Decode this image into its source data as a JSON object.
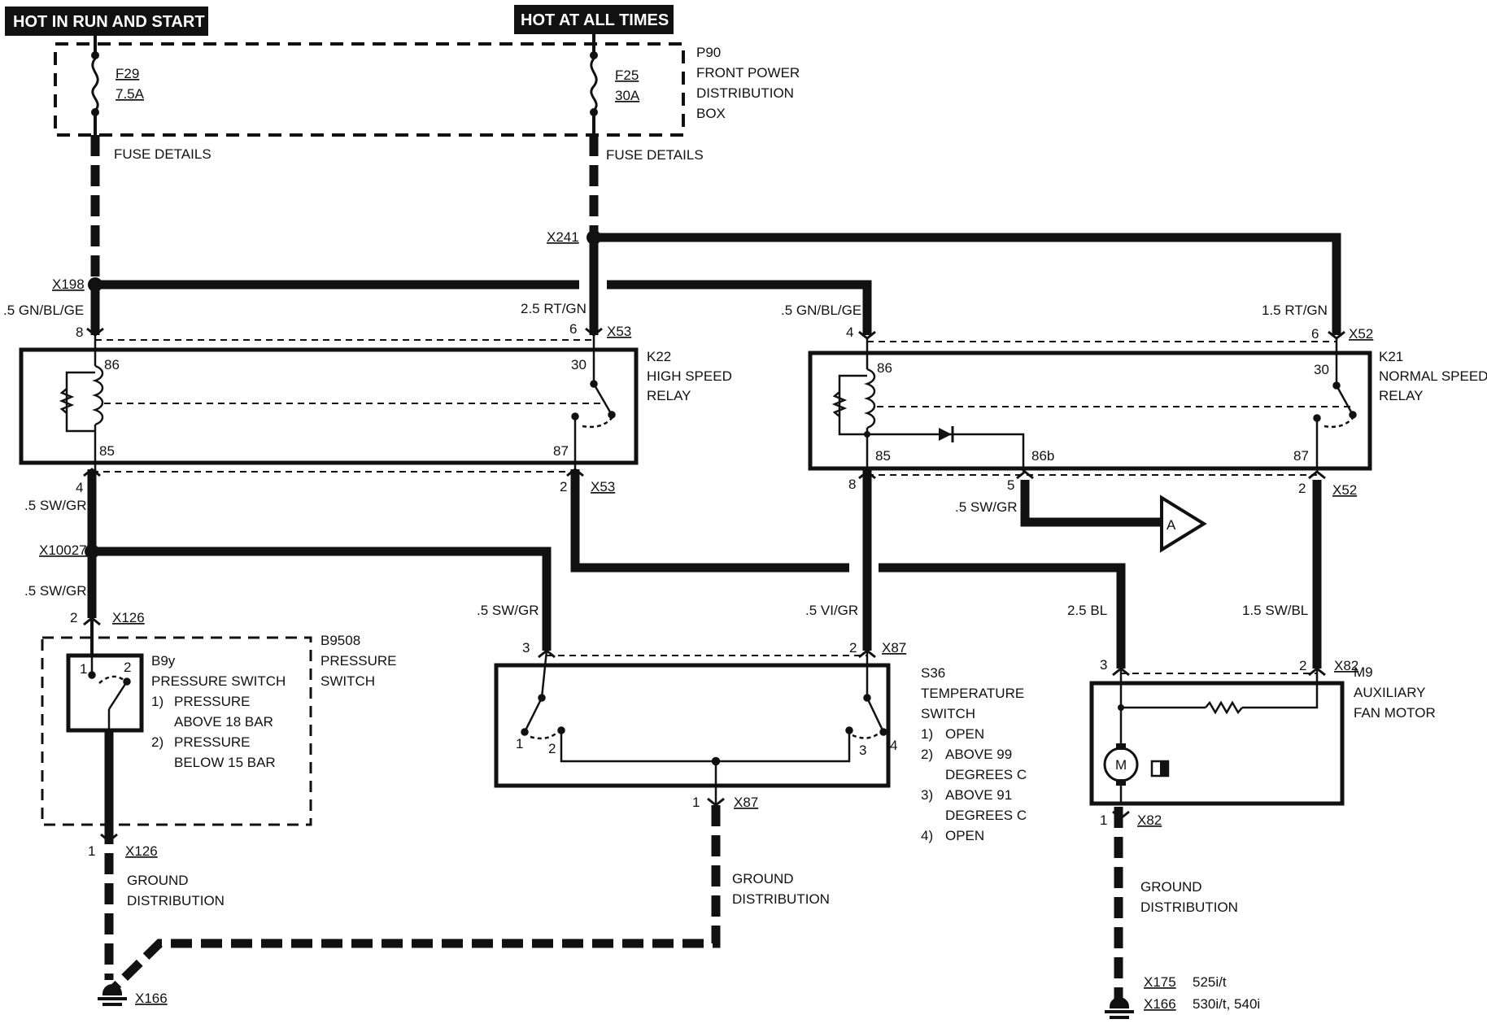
{
  "headers": {
    "hot_run_start": "HOT IN RUN AND START",
    "hot_all_times": "HOT AT ALL TIMES"
  },
  "fuse_box": {
    "id": "P90",
    "line1": "FRONT POWER",
    "line2": "DISTRIBUTION",
    "line3": "BOX",
    "f29_id": "F29",
    "f29_rating": "7.5A",
    "f25_id": "F25",
    "f25_rating": "30A",
    "fuse_details": "FUSE DETAILS"
  },
  "splices": {
    "x241": "X241",
    "x198": "X198",
    "x10027": "X10027"
  },
  "wires": {
    "gn_bl_ge": ".5 GN/BL/GE",
    "rt_gn_25": "2.5 RT/GN",
    "rt_gn_15": "1.5 RT/GN",
    "sw_gr": ".5 SW/GR",
    "vi_gr": ".5 VI/GR",
    "bl_25": "2.5 BL",
    "sw_bl": "1.5 SW/BL"
  },
  "connectors": {
    "x53": "X53",
    "x52": "X52",
    "x126": "X126",
    "x87": "X87",
    "x82": "X82",
    "x166": "X166",
    "x175": "X175"
  },
  "pins": {
    "p1": "1",
    "p2": "2",
    "p3": "3",
    "p4": "4",
    "p5": "5",
    "p6": "6",
    "p8": "8",
    "t85": "85",
    "t86": "86",
    "t30": "30",
    "t87": "87",
    "t86b": "86b"
  },
  "k22": {
    "id": "K22",
    "line1": "HIGH SPEED",
    "line2": "RELAY"
  },
  "k21": {
    "id": "K21",
    "line1": "NORMAL SPEED",
    "line2": "RELAY"
  },
  "b9508": {
    "id": "B9508",
    "line1": "PRESSURE",
    "line2": "SWITCH",
    "sub_id": "B9y",
    "sub_name": "PRESSURE SWITCH",
    "n1": "1)",
    "n2": "2)",
    "s1a": "PRESSURE",
    "s1b": "ABOVE 18 BAR",
    "s2a": "PRESSURE",
    "s2b": "BELOW 15 BAR"
  },
  "s36": {
    "id": "S36",
    "line1": "TEMPERATURE",
    "line2": "SWITCH",
    "n1": "1)",
    "n2": "2)",
    "n3": "3)",
    "n4": "4)",
    "s1": "OPEN",
    "s2a": "ABOVE 99",
    "s2b": "DEGREES C",
    "s3a": "ABOVE 91",
    "s3b": "DEGREES C",
    "s4": "OPEN"
  },
  "m9": {
    "id": "M9",
    "line1": "AUXILIARY",
    "line2": "FAN MOTOR",
    "motor_letter": "M"
  },
  "ground": {
    "line1": "GROUND",
    "line2": "DISTRIBUTION",
    "model_525": "525i/t",
    "model_530": "530i/t, 540i"
  },
  "arrow_a": "A"
}
